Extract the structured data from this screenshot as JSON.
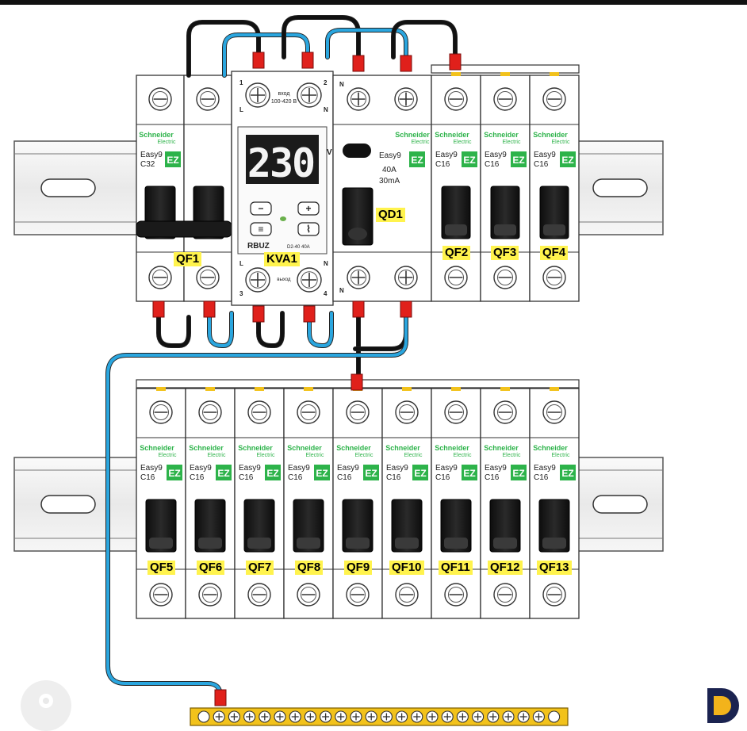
{
  "top_row": {
    "qf1": {
      "brand_line1": "Schneider",
      "brand_line2": "Electric",
      "series": "Easy9",
      "rating": "C32",
      "label": "QF1"
    },
    "relay": {
      "label": "KVA1",
      "display": "230",
      "unit": "V",
      "in_caption_line1": "вход",
      "in_caption_line2": "100-420 В",
      "out_caption": "выход",
      "model": "RBUZ",
      "model_range": "D2-40  40A",
      "t1": "1",
      "t2": "2",
      "t3": "3",
      "t4": "4",
      "L_top": "L",
      "N_top": "N",
      "L_bot": "L",
      "N_bot": "N",
      "btn_minus": "−",
      "btn_plus": "+",
      "btn_menu": "≡",
      "btn_power": "⌇"
    },
    "qd1": {
      "brand_line1": "Schneider",
      "brand_line2": "Electric",
      "series": "Easy9",
      "current": "40A",
      "leak": "30mA",
      "label": "QD1",
      "N_top": "N",
      "N_bot": "N"
    },
    "breakers": [
      {
        "brand_line1": "Schneider",
        "brand_line2": "Electric",
        "series": "Easy9",
        "rating": "C16",
        "label": "QF2"
      },
      {
        "brand_line1": "Schneider",
        "brand_line2": "Electric",
        "series": "Easy9",
        "rating": "C16",
        "label": "QF3"
      },
      {
        "brand_line1": "Schneider",
        "brand_line2": "Electric",
        "series": "Easy9",
        "rating": "C16",
        "label": "QF4"
      }
    ]
  },
  "bottom_row": {
    "breakers": [
      {
        "brand_line1": "Schneider",
        "brand_line2": "Electric",
        "series": "Easy9",
        "rating": "C16",
        "label": "QF5"
      },
      {
        "brand_line1": "Schneider",
        "brand_line2": "Electric",
        "series": "Easy9",
        "rating": "C16",
        "label": "QF6"
      },
      {
        "brand_line1": "Schneider",
        "brand_line2": "Electric",
        "series": "Easy9",
        "rating": "C16",
        "label": "QF7"
      },
      {
        "brand_line1": "Schneider",
        "brand_line2": "Electric",
        "series": "Easy9",
        "rating": "C16",
        "label": "QF8"
      },
      {
        "brand_line1": "Schneider",
        "brand_line2": "Electric",
        "series": "Easy9",
        "rating": "C16",
        "label": "QF9"
      },
      {
        "brand_line1": "Schneider",
        "brand_line2": "Electric",
        "series": "Easy9",
        "rating": "C16",
        "label": "QF10"
      },
      {
        "brand_line1": "Schneider",
        "brand_line2": "Electric",
        "series": "Easy9",
        "rating": "C16",
        "label": "QF11"
      },
      {
        "brand_line1": "Schneider",
        "brand_line2": "Electric",
        "series": "Easy9",
        "rating": "C16",
        "label": "QF12"
      },
      {
        "brand_line1": "Schneider",
        "brand_line2": "Electric",
        "series": "Easy9",
        "rating": "C16",
        "label": "QF13"
      }
    ]
  },
  "ez_badge": "EZ",
  "colors": {
    "phase_wire": "#111111",
    "neutral_wire": "#2aa6df",
    "ferrule": "#e0201b",
    "label_bg": "#fff34d",
    "brand_green": "#2db34a",
    "busbar": "#f2c21b"
  },
  "icons": {
    "avatar": "user-avatar-icon",
    "app_logo": "app-logo-icon"
  }
}
